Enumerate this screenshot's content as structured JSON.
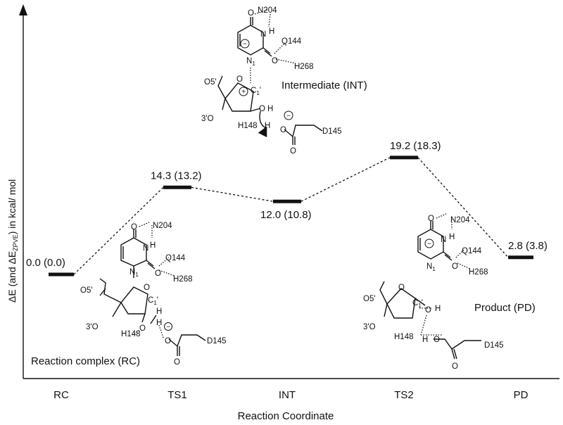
{
  "axes": {
    "ylabel": "ΔE (and ΔE",
    "ylabel_sub": "ZPVE",
    "ylabel_end": ") in kcal/ mol",
    "xlabel": "Reaction Coordinate"
  },
  "chart_data": {
    "type": "line",
    "title": "",
    "xlabel": "Reaction Coordinate",
    "ylabel": "ΔE (and ΔE_ZPVE) in kcal/ mol",
    "categories": [
      "RC",
      "TS1",
      "INT",
      "TS2",
      "PD"
    ],
    "series": [
      {
        "values": [
          0.0,
          14.3,
          12.0,
          19.2,
          2.8
        ]
      },
      {
        "values": [
          0.0,
          13.2,
          10.8,
          18.3,
          3.8
        ]
      }
    ],
    "energy_labels": [
      "0.0 (0.0)",
      "14.3 (13.2)",
      "12.0 (10.8)",
      "19.2 (18.3)",
      "2.8 (3.8)"
    ],
    "grid": false
  },
  "captions": {
    "rc": "Reaction complex (RC)",
    "int": "Intermediate (INT)",
    "pd": "Product (PD)"
  },
  "atoms": {
    "O": "O",
    "N": "N",
    "H": "H",
    "N1": "N",
    "N1_sub": "1",
    "C1": "C",
    "C1_sub": "1",
    "prime": "'",
    "O5": "O5'",
    "O3": "3'O",
    "N204": "N204",
    "Q144": "Q144",
    "H268": "H268",
    "H148": "H148",
    "D145": "D145",
    "minus": "−",
    "plus": "+"
  }
}
